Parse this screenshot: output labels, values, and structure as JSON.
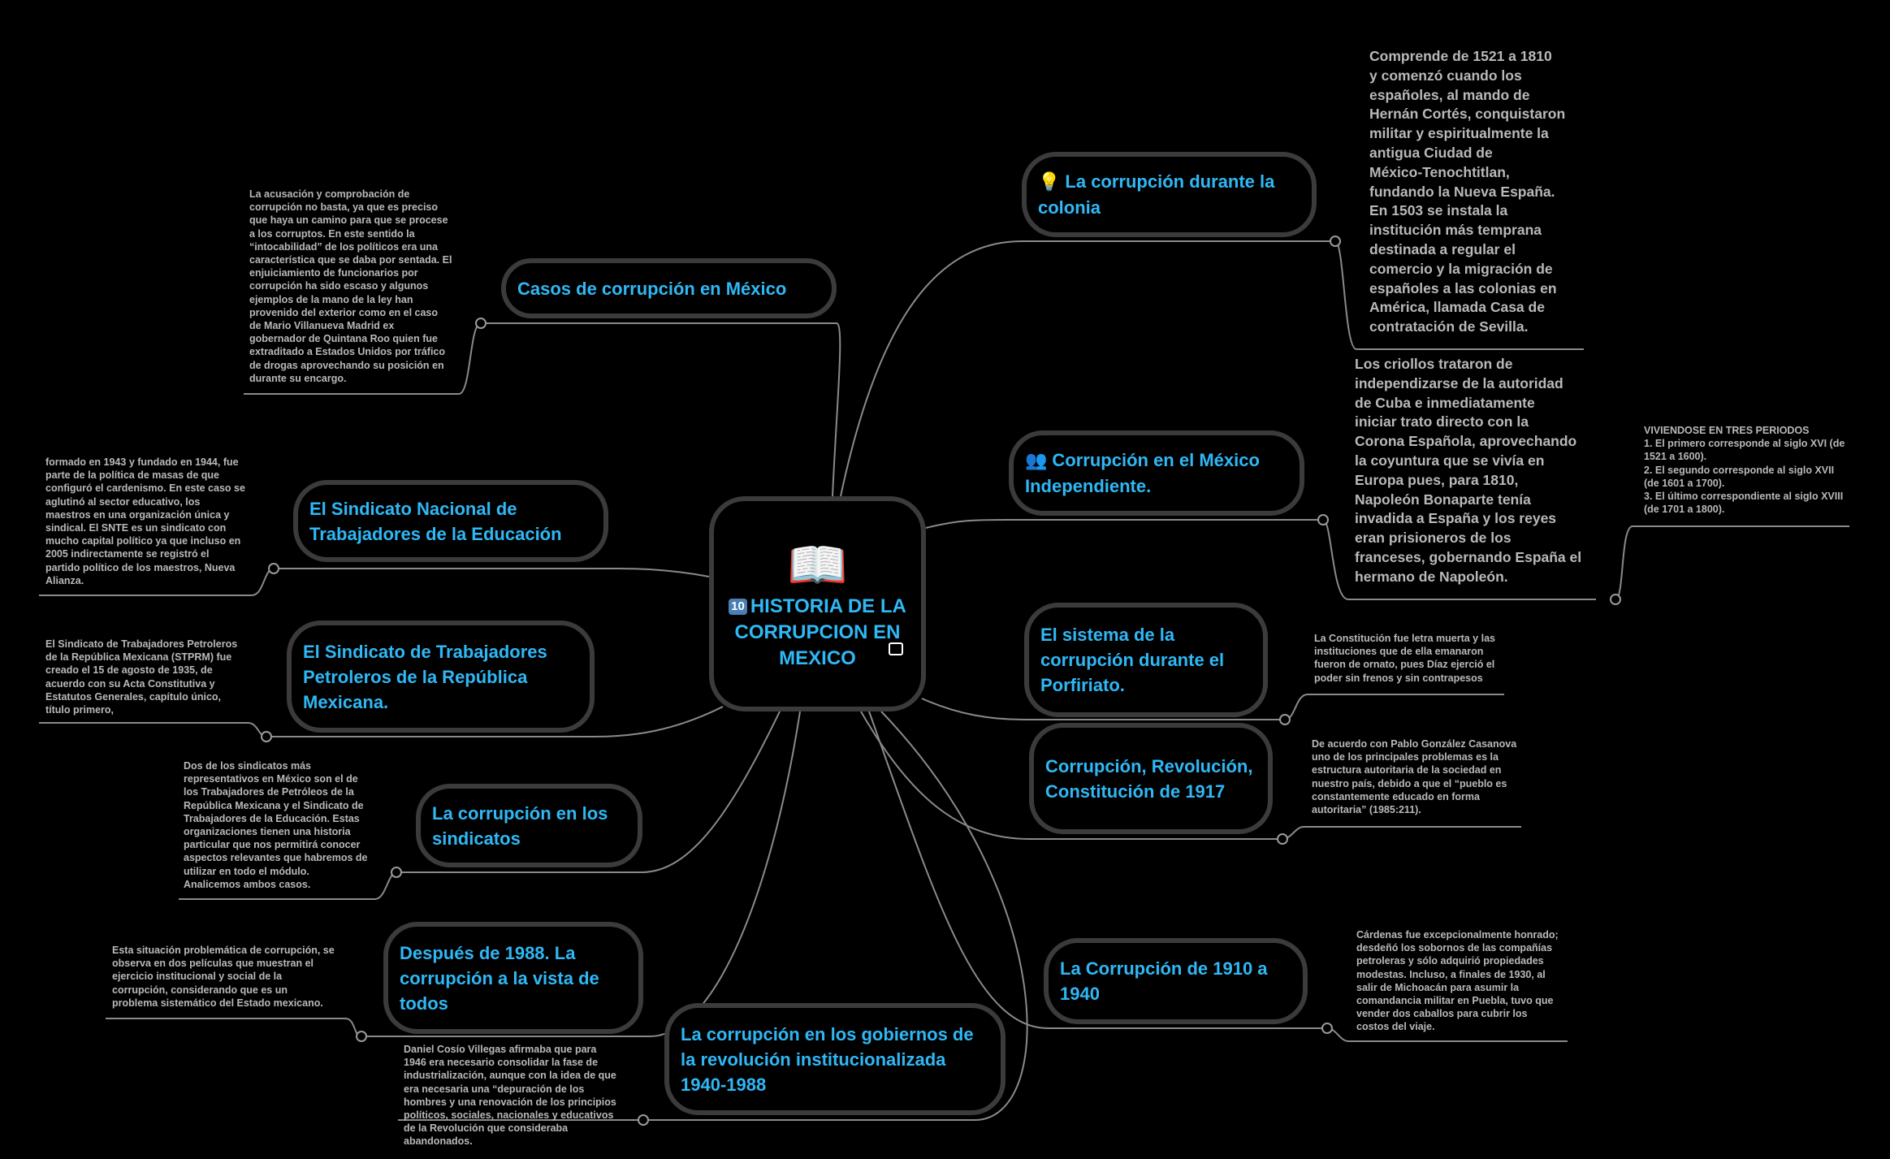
{
  "central": {
    "icon": "open-book-icon",
    "badge": "10",
    "title": "HISTORIA DE LA CORRUPCION EN MEXICO"
  },
  "colors": {
    "topic_text": "#2fb8f5",
    "node_border": "#3b3b3b",
    "note_text": "#b9b9b9",
    "line": "#8a8a8a",
    "background": "#000000"
  },
  "topics": {
    "colonia": {
      "icon": "lightbulb-icon",
      "label": "La corrupción durante la colonia"
    },
    "independiente": {
      "icon": "people-icon",
      "label": "Corrupción en el México Independiente."
    },
    "porfiriato": {
      "label": "El sistema de la corrupción durante el Porfiriato."
    },
    "revolucion": {
      "label": "Corrupción, Revolución, Constitución de 1917"
    },
    "c1910": {
      "label": "La Corrupción de 1910 a 1940"
    },
    "gobiernos": {
      "label": "La corrupción en los gobiernos de la revolución institucionalizada 1940-1988"
    },
    "despues": {
      "label": "Después de 1988. La corrupción a la vista de todos"
    },
    "sindicatos": {
      "label": "La corrupción en los sindicatos"
    },
    "petroleros": {
      "label": "El Sindicato de Trabajadores Petroleros de la República Mexicana."
    },
    "snte": {
      "label": "El Sindicato Nacional de Trabajadores de la Educación"
    },
    "casos": {
      "label": "Casos de corrupción en México"
    }
  },
  "notes": {
    "colonia": "Comprende de 1521 a 1810\ny comenzó cuando los\nespañoles, al mando de\nHernán Cortés, conquistaron\nmilitar y espiritualmente la\nantigua Ciudad de\nMéxico-Tenochtitlan,\nfundando la Nueva España.\nEn 1503 se instala la\ninstitución más temprana\ndestinada a regular el\ncomercio y la migración de\nespañoles a las colonias en\nAmérica, llamada Casa de\ncontratación de Sevilla.",
    "independiente": "Los criollos trataron de\nindependizarse de la autoridad\nde Cuba e inmediatamente\niniciar trato directo con la\nCorona Española, aprovechando\nla coyuntura que se vivía en\nEuropa pues, para 1810,\nNapoleón Bonaparte tenía\ninvadida a España y los reyes\neran prisioneros de los\nfranceses, gobernando España el\nhermano de Napoleón.",
    "periodos": "VIVIENDOSE EN TRES PERIODOS\n1. El primero corresponde al siglo XVI (de\n1521 a 1600).\n2. El segundo corresponde al siglo XVII\n(de 1601 a 1700).\n3. El último correspondiente al siglo XVIII\n(de 1701 a 1800).",
    "porfiriato": "La Constitución fue letra muerta y las\ninstituciones que de ella emanaron\nfueron de ornato, pues Díaz ejerció el\npoder sin frenos y sin contrapesos",
    "revolucion": "De acuerdo con Pablo González Casanova\nuno de los principales problemas es la\nestructura autoritaria de la sociedad en\nnuestro país, debido a que el “pueblo es\nconstantemente educado en forma\nautoritaria” (1985:211).",
    "c1910": "Cárdenas fue excepcionalmente honrado;\ndesdeñó los sobornos de las compañías\npetroleras y sólo adquirió propiedades\nmodestas. Incluso, a finales de 1930, al\nsalir de Michoacán para asumir la\ncomandancia militar en Puebla, tuvo que\nvender dos caballos para cubrir los\ncostos del viaje.",
    "gobiernos": "Daniel Cosío Villegas afirmaba que para\n1946 era necesario consolidar la fase de\nindustrialización, aunque con la idea de que\nera necesaria una “depuración de los\nhombres y una renovación de los principios\npolíticos, sociales, nacionales y educativos\nde la Revolución que consideraba\nabandonados.",
    "despues": "Esta situación problemática de corrupción, se\nobserva en dos películas que muestran el\nejercicio institucional y social de la\ncorrupción, considerando que es un\nproblema sistemático del Estado mexicano.",
    "sindicatos": "Dos de los sindicatos más\nrepresentativos en México son el de\nlos Trabajadores de Petróleos de la\nRepública Mexicana y el Sindicato de\nTrabajadores de la Educación. Estas\norganizaciones tienen una historia\nparticular que nos permitirá conocer\naspectos relevantes que habremos de\nutilizar en todo el módulo.\nAnalicemos ambos casos.",
    "petroleros": "El Sindicato de Trabajadores Petroleros\nde la República Mexicana (STPRM) fue\ncreado el 15 de agosto de 1935, de\nacuerdo con su Acta Constitutiva y\nEstatutos Generales, capítulo único,\ntítulo primero,",
    "snte": "formado en 1943 y fundado en 1944, fue\nparte de la política de masas de que\nconfiguró el cardenismo. En este caso se\naglutinó al sector educativo, los\nmaestros en una organización única y\nsindical. El SNTE es un sindicato con\nmucho capital político ya que incluso en\n2005 indirectamente se registró el\npartido político de los maestros, Nueva\nAlianza.",
    "casos": "La acusación y comprobación de\ncorrupción no basta, ya que es preciso\nque haya un camino para que se procese\na los corruptos. En este sentido la\n“intocabilidad” de los políticos era una\ncaracterística que se daba por sentada. El\nenjuiciamiento de funcionarios por\ncorrupción ha sido escaso y algunos\nejemplos de la mano de la ley han\nprovenido del exterior como en el caso\nde Mario Villanueva Madrid ex\ngobernador de Quintana Roo quien fue\nextraditado a Estados Unidos por tráfico\nde drogas aprovechando su posición en\ndurante su encargo."
  }
}
